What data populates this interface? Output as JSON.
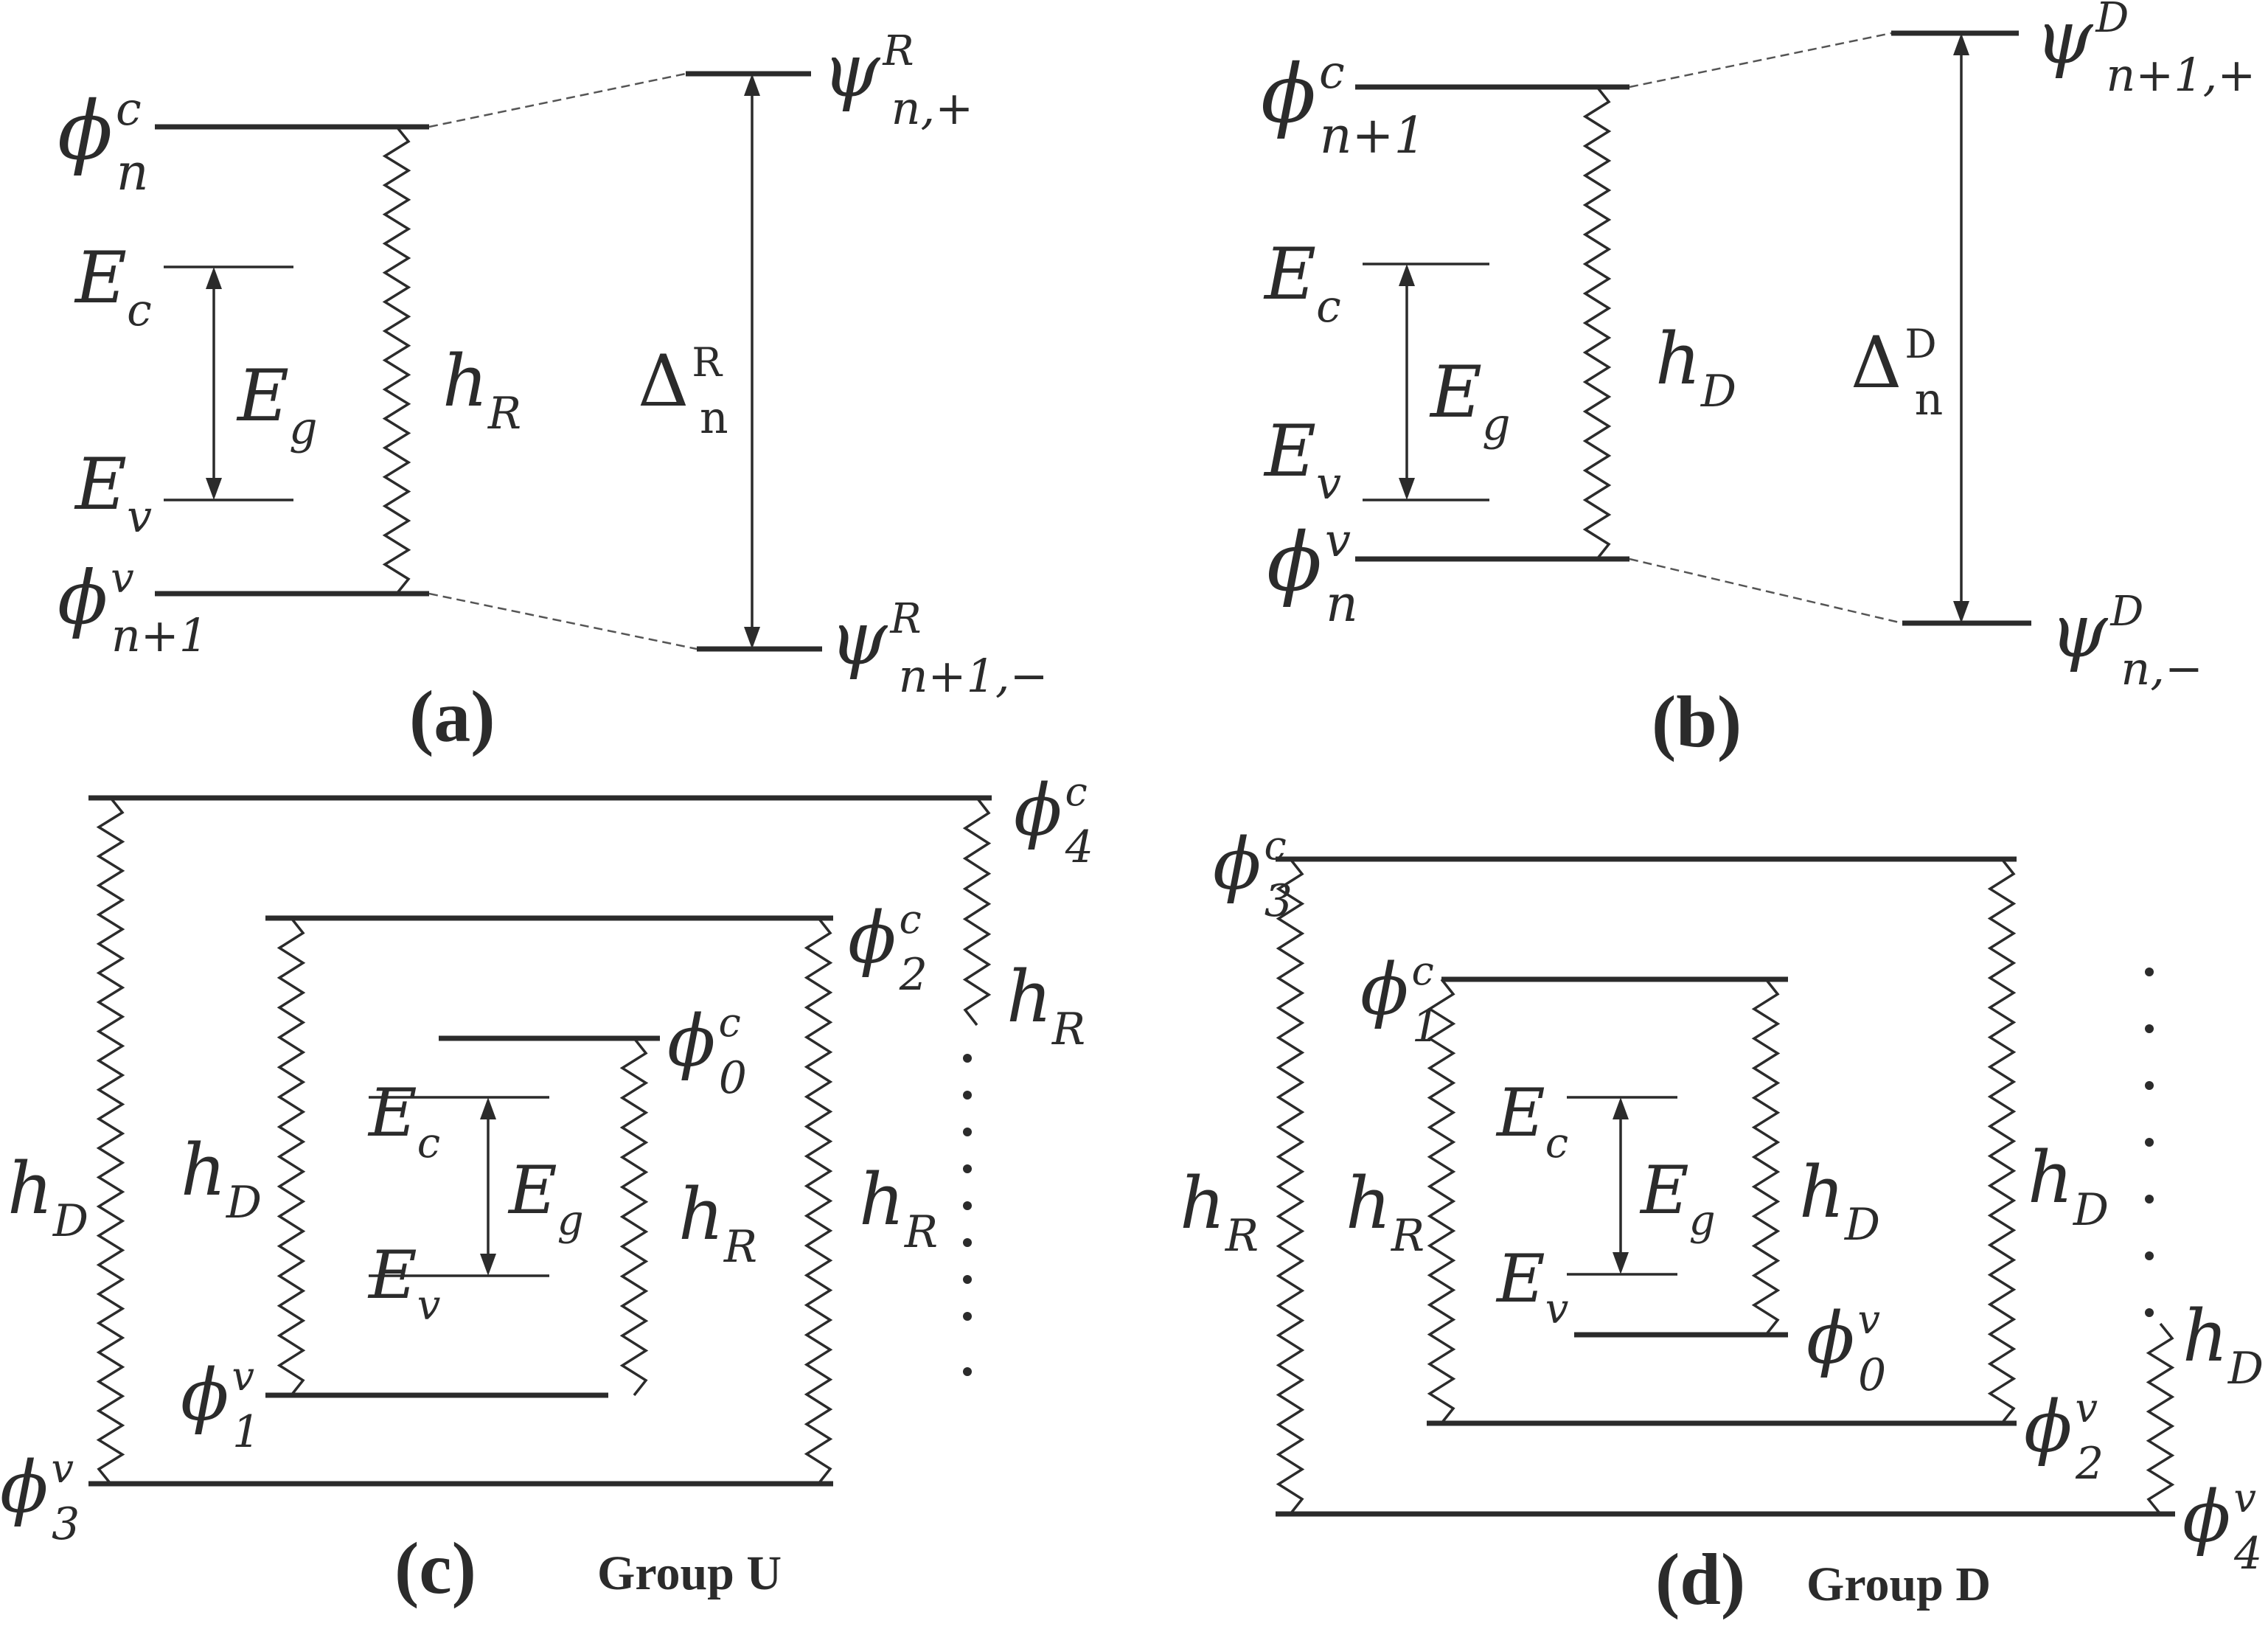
{
  "panels": {
    "a": {
      "label": "(a)",
      "phi_top": {
        "base": "ϕ",
        "sup": "c",
        "sub": "n"
      },
      "phi_bot": {
        "base": "ϕ",
        "sup": "v",
        "sub": "n+1"
      },
      "Ec": {
        "base": "E",
        "sub": "c"
      },
      "Ev": {
        "base": "E",
        "sub": "v"
      },
      "Eg": {
        "base": "E",
        "sub": "g"
      },
      "h": {
        "base": "h",
        "sub": "R"
      },
      "Delta": {
        "base": "Δ",
        "sup": "R",
        "sub": "n"
      },
      "psi_top": {
        "base": "ψ",
        "sup": "R",
        "sub": "n,+"
      },
      "psi_bot": {
        "base": "ψ",
        "sup": "R",
        "sub": "n+1,−"
      }
    },
    "b": {
      "label": "(b)",
      "phi_top": {
        "base": "ϕ",
        "sup": "c",
        "sub": "n+1"
      },
      "phi_bot": {
        "base": "ϕ",
        "sup": "v",
        "sub": "n"
      },
      "Ec": {
        "base": "E",
        "sub": "c"
      },
      "Ev": {
        "base": "E",
        "sub": "v"
      },
      "Eg": {
        "base": "E",
        "sub": "g"
      },
      "h": {
        "base": "h",
        "sub": "D"
      },
      "Delta": {
        "base": "Δ",
        "sup": "D",
        "sub": "n"
      },
      "psi_top": {
        "base": "ψ",
        "sup": "D",
        "sub": "n+1,+"
      },
      "psi_bot": {
        "base": "ψ",
        "sup": "D",
        "sub": "n,−"
      }
    },
    "c": {
      "label": "(c)",
      "group": "Group U",
      "phi4c": {
        "base": "ϕ",
        "sup": "c",
        "sub": "4"
      },
      "phi2c": {
        "base": "ϕ",
        "sup": "c",
        "sub": "2"
      },
      "phi0c": {
        "base": "ϕ",
        "sup": "c",
        "sub": "0"
      },
      "phi1v": {
        "base": "ϕ",
        "sup": "v",
        "sub": "1"
      },
      "phi3v": {
        "base": "ϕ",
        "sup": "v",
        "sub": "3"
      },
      "Ec": {
        "base": "E",
        "sub": "c"
      },
      "Ev": {
        "base": "E",
        "sub": "v"
      },
      "Eg": {
        "base": "E",
        "sub": "g"
      },
      "hD_outer": {
        "base": "h",
        "sub": "D"
      },
      "hD_mid": {
        "base": "h",
        "sub": "D"
      },
      "hR_inner": {
        "base": "h",
        "sub": "R"
      },
      "hR_mid": {
        "base": "h",
        "sub": "R"
      },
      "hR_outer": {
        "base": "h",
        "sub": "R"
      }
    },
    "d": {
      "label": "(d)",
      "group": "Group D",
      "phi3c": {
        "base": "ϕ",
        "sup": "c",
        "sub": "3"
      },
      "phi1c": {
        "base": "ϕ",
        "sup": "c",
        "sub": "1"
      },
      "phi0v": {
        "base": "ϕ",
        "sup": "v",
        "sub": "0"
      },
      "phi2v": {
        "base": "ϕ",
        "sup": "v",
        "sub": "2"
      },
      "phi4v": {
        "base": "ϕ",
        "sup": "v",
        "sub": "4"
      },
      "Ec": {
        "base": "E",
        "sub": "c"
      },
      "Ev": {
        "base": "E",
        "sub": "v"
      },
      "Eg": {
        "base": "E",
        "sub": "g"
      },
      "hR_outer": {
        "base": "h",
        "sub": "R"
      },
      "hR_inner": {
        "base": "h",
        "sub": "R"
      },
      "hD_inner": {
        "base": "h",
        "sub": "D"
      },
      "hD_mid": {
        "base": "h",
        "sub": "D"
      },
      "hD_outer": {
        "base": "h",
        "sub": "D"
      }
    }
  }
}
